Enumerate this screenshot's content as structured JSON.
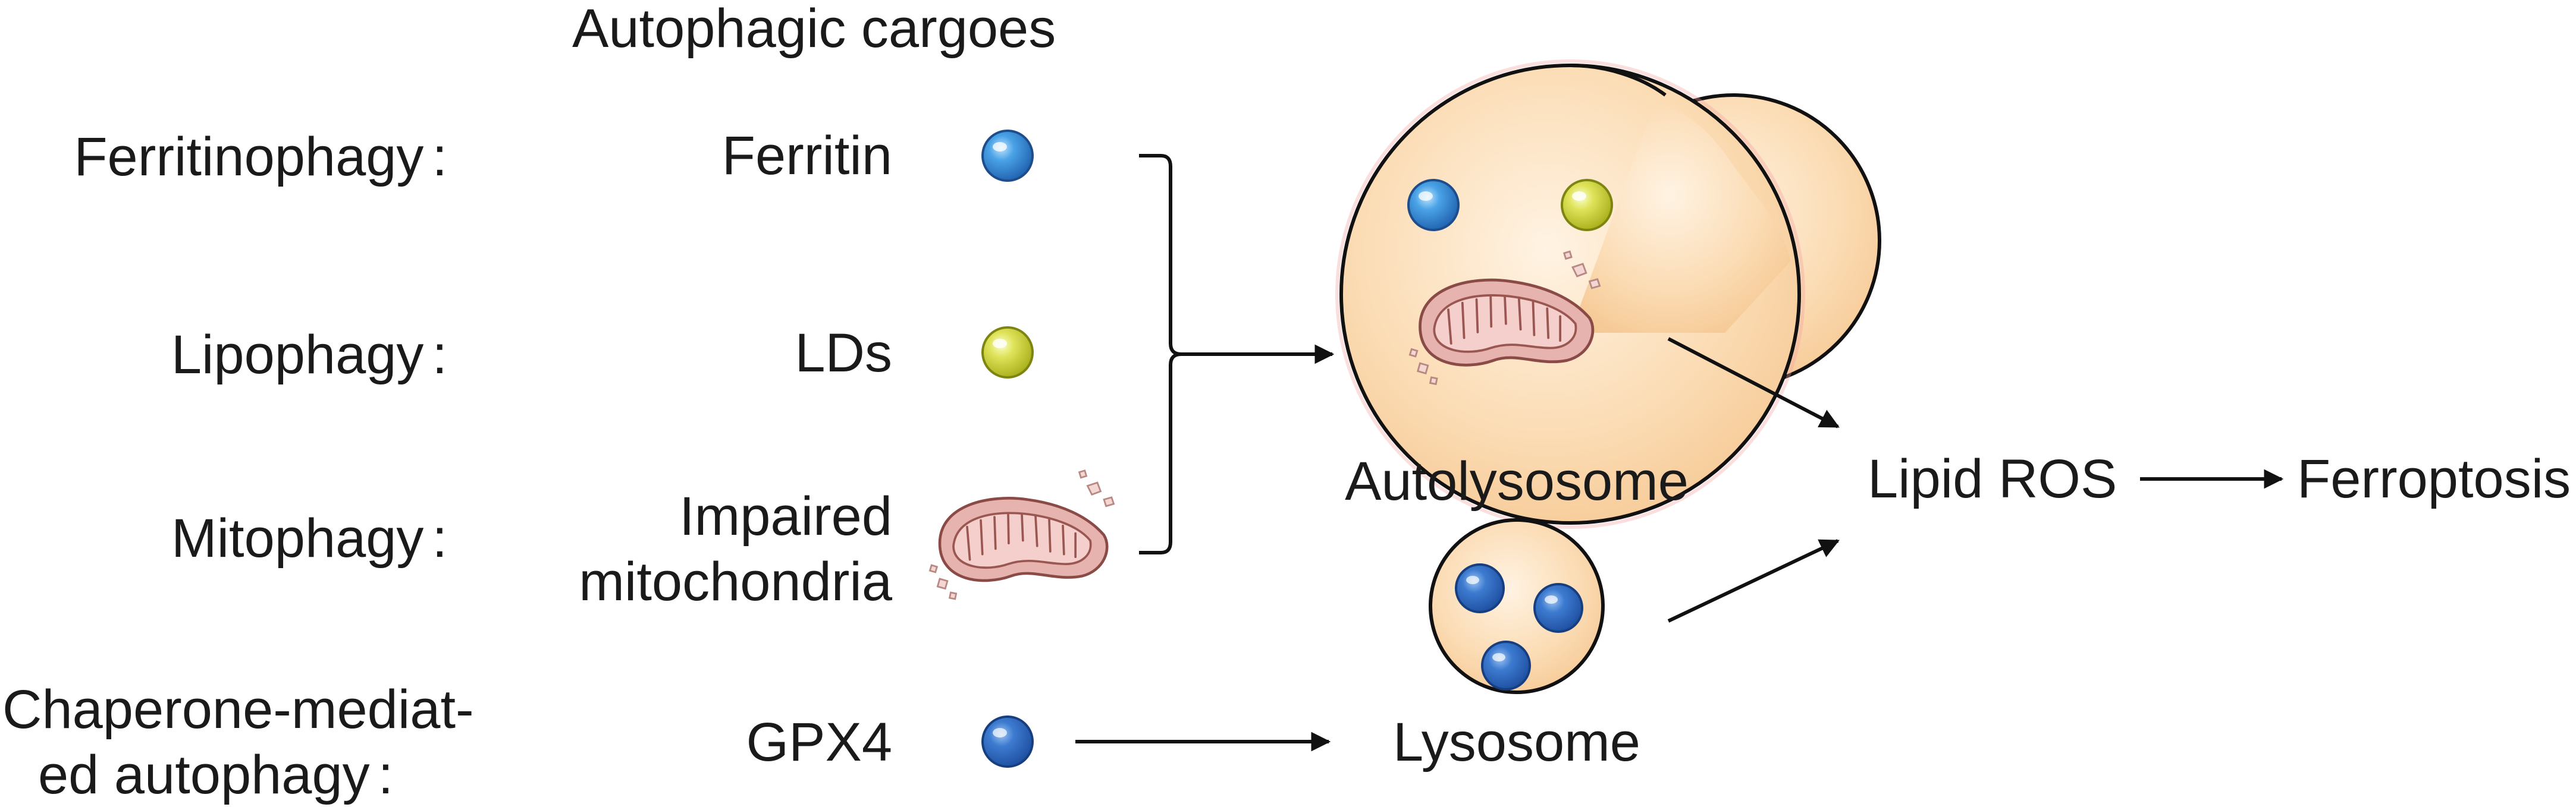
{
  "header": {
    "cargoes_title": "Autophagic cargoes"
  },
  "pathways": [
    {
      "name": "Ferritinophagy",
      "colon": ":"
    },
    {
      "name": "Lipophagy",
      "colon": ":"
    },
    {
      "name": "Mitophagy",
      "colon": ":"
    },
    {
      "name_line1": "Chaperone-mediat-",
      "name_line2": "ed autophagy",
      "colon": ":"
    }
  ],
  "cargoes": [
    {
      "label": "Ferritin",
      "icon": "ferritin-sphere-icon",
      "color": "#3a8fd6"
    },
    {
      "label": "LDs",
      "icon": "lipid-droplet-sphere-icon",
      "color": "#c9cf2a"
    },
    {
      "label_line1": "Impaired",
      "label_line2": "mitochondria",
      "icon": "mitochondrion-icon",
      "color": "#c98b86"
    },
    {
      "label": "GPX4",
      "icon": "gpx4-sphere-icon",
      "color": "#2f6fc6"
    }
  ],
  "organelles": {
    "autolysosome": "Autolysosome",
    "lysosome": "Lysosome",
    "fill_color": "#f9d4a4"
  },
  "outcomes": {
    "lipid_ros": "Lipid ROS",
    "ferroptosis": "Ferroptosis"
  }
}
